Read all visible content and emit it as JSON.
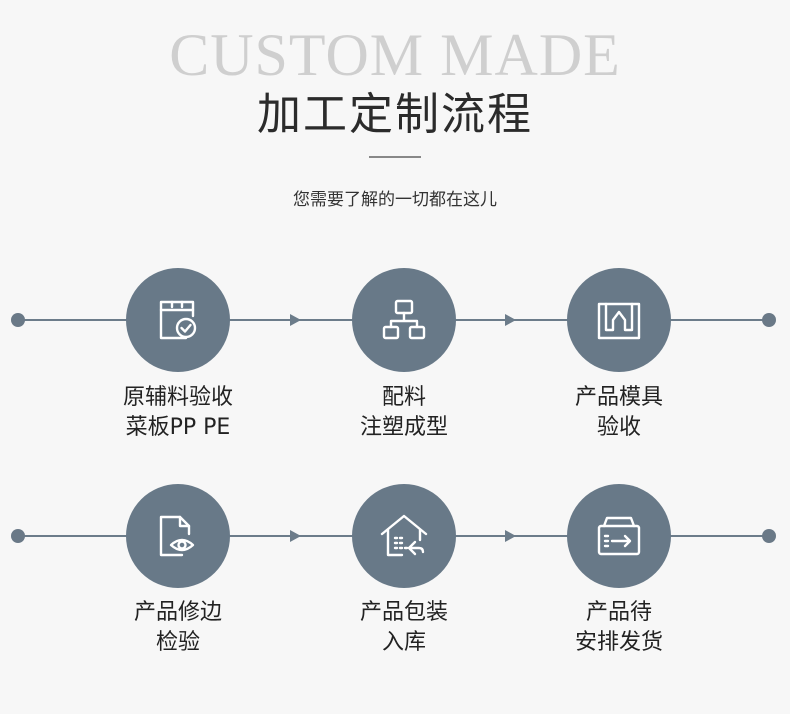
{
  "header": {
    "english_title": "CUSTOM MADE",
    "title": "加工定制流程",
    "subtitle": "您需要了解的一切都在这儿"
  },
  "steps": [
    {
      "icon": "calendar-check-icon",
      "line1": "原辅料验收",
      "line2": "菜板PP PE"
    },
    {
      "icon": "org-chart-icon",
      "line1": "配料",
      "line2": "注塑成型"
    },
    {
      "icon": "mold-icon",
      "line1": "产品模具",
      "line2": "验收"
    },
    {
      "icon": "document-eye-icon",
      "line1": "产品修边",
      "line2": "检验"
    },
    {
      "icon": "house-package-icon",
      "line1": "产品包装",
      "line2": "入库"
    },
    {
      "icon": "box-arrow-icon",
      "line1": "产品待",
      "line2": "安排发货"
    }
  ],
  "colors": {
    "background": "#f7f7f7",
    "circle": "#687988",
    "line": "#6c7c8a",
    "english_title": "#cfcfcf"
  }
}
